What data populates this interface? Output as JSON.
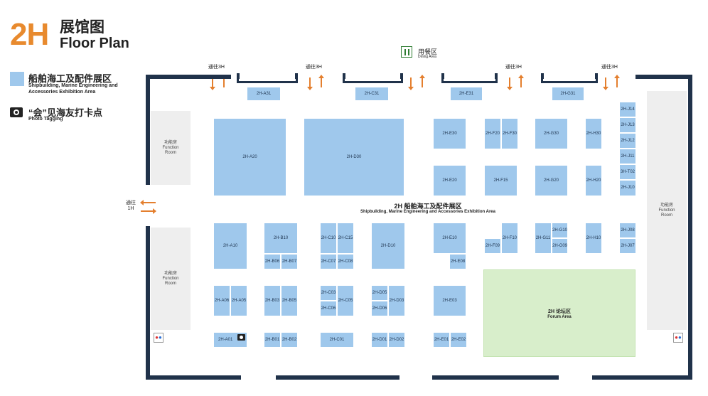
{
  "header": {
    "hall": "2H",
    "title_cn": "展馆图",
    "title_en": "Floor Plan"
  },
  "legend": {
    "area_cn": "船舶海工及配件展区",
    "area_en": "Shipbuilding, Marine Engineering and Accessories Exhibition Area",
    "photo_cn": "“会”见海友打卡点",
    "photo_en": "Photo Tagging"
  },
  "dining": {
    "cn": "用餐区",
    "en": "Dining Area"
  },
  "passages": {
    "to3h": "通往3H",
    "to1h_line1": "通往",
    "to1h_line2": "1H"
  },
  "function_room": {
    "cn": "功能房",
    "en_line1": "Function",
    "en_line2": "Room"
  },
  "center_label": {
    "cn": "2H 船舶海工及配件展区",
    "en": "Shipbuilding, Marine Engineering and Accessories Exhibition Area"
  },
  "forum": {
    "cn": "2H 论坛区",
    "en": "Forum Area"
  },
  "colors": {
    "hall_number": "#e88a2e",
    "booth": "#9fc8ec",
    "forum": "#d8eecb",
    "wall": "#20324a",
    "arrow": "#e47f2e"
  },
  "booths": {
    "A31": "2H-A31",
    "C31": "2H-C31",
    "E31": "2H-E31",
    "G31": "2H-G31",
    "A20": "2H-A20",
    "D30": "2H-D30",
    "E30": "2H-E30",
    "F20": "2H-F20",
    "F30": "2H-F30",
    "G30": "2H-G30",
    "H30": "2H-H30",
    "E20": "2H-E20",
    "F15": "2H-F15",
    "G20": "2H-G20",
    "H20": "2H-H20",
    "J14": "2H-J14",
    "J13": "2H-J13",
    "J12": "2H-J12",
    "J11": "2H-J11",
    "T02": "3H-T02",
    "J10": "2H-J10",
    "A10": "2H-A10",
    "B10": "2H-B10",
    "B06": "2H-B06",
    "B07": "2H-B07",
    "C10": "2H-C10",
    "C15": "2H-C15",
    "C07": "2H-C07",
    "C08": "2H-C08",
    "D10": "2H-D10",
    "E10": "2H-E10",
    "E08": "2H-E08",
    "F10": "2H-F10",
    "F09": "2H-F09",
    "G10": "2H-G10",
    "G11": "2H-G11",
    "G09": "2H-G09",
    "H10": "2H-H10",
    "J08": "2H-J08",
    "J07": "2H-J07",
    "A06": "2H-A06",
    "A05": "2H-A05",
    "B03": "2H-B03",
    "B05": "2H-B05",
    "C03": "2H-C03",
    "C05": "2H-C05",
    "C06": "2H-C06",
    "D05": "2H-D05",
    "D03": "2H-D03",
    "D06": "2H-D06",
    "E03": "2H-E03",
    "A01": "2H-A01",
    "B01": "2H-B01",
    "B02": "2H-B02",
    "C01": "2H-C01",
    "D01": "2H-D01",
    "D02": "2H-D02",
    "E01": "2H-E01",
    "E02": "2H-E02"
  }
}
